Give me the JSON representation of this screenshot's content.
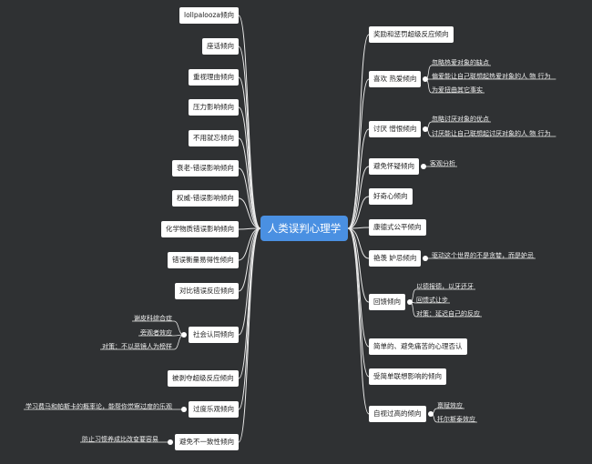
{
  "center": {
    "label": "人类误判心理学"
  },
  "colors": {
    "background": "#2f3133",
    "center_fill": "#4a90e2",
    "node_fill": "#ffffff",
    "line": "#e8e8e8"
  },
  "left": [
    {
      "label": "lollpalooza倾向",
      "children": []
    },
    {
      "label": "座话倾向",
      "children": []
    },
    {
      "label": "重视理由倾向",
      "children": []
    },
    {
      "label": "压力影响倾向",
      "children": []
    },
    {
      "label": "不用就忘倾向",
      "children": []
    },
    {
      "label": "衰老-错误影响倾向",
      "children": []
    },
    {
      "label": "权威-错误影响倾向",
      "children": []
    },
    {
      "label": "化学物质错误影响倾向",
      "children": []
    },
    {
      "label": "错误衡量易得性倾向",
      "children": []
    },
    {
      "label": "对比错误反应倾向",
      "children": []
    },
    {
      "label": "社会认同倾向",
      "children": [
        "谢皮科综合症",
        "旁观者效应",
        "对策：不以恶镜人为榜样"
      ]
    },
    {
      "label": "被剥夺超级反应倾向",
      "children": []
    },
    {
      "label": "过度乐观倾向",
      "children": [
        "学习费马和帕斯卡的概率论，能帮你觉察过度的乐观"
      ]
    },
    {
      "label": "避免不一致性倾向",
      "children": [
        "防止习惯养成比改变要容易"
      ]
    }
  ],
  "right": [
    {
      "label": "奖励和惩罚超级反应倾向",
      "children": []
    },
    {
      "label": "喜欢 热爱倾向",
      "children": [
        "忽略热爱对象的缺点",
        "偏爱能让自己联想起热爱对象的人 物 行为",
        "为爱扭曲其它事实"
      ]
    },
    {
      "label": "讨厌 憎恨倾向",
      "children": [
        "忽略讨厌对象的优点",
        "讨厌能让自己联想起讨厌对象的人 物 行为"
      ]
    },
    {
      "label": "避免怀疑倾向",
      "children": [
        "客观分析"
      ]
    },
    {
      "label": "好奇心倾向",
      "children": []
    },
    {
      "label": "康德式公平倾向",
      "children": []
    },
    {
      "label": "艳羡 妒忌倾向",
      "children": [
        "驱动这个世界的不是贪婪，而是妒忌"
      ]
    },
    {
      "label": "回馈倾向",
      "children": [
        "以德报德，以牙还牙",
        "回馈式让步",
        "对策：延迟自己的反应"
      ]
    },
    {
      "label": "简单的、避免痛苦的心理否认",
      "children": []
    },
    {
      "label": "受简单联想影响的倾向",
      "children": []
    },
    {
      "label": "自视过高的倾向",
      "children": [
        "禀赋效应",
        "托尔斯泰效应"
      ]
    }
  ]
}
